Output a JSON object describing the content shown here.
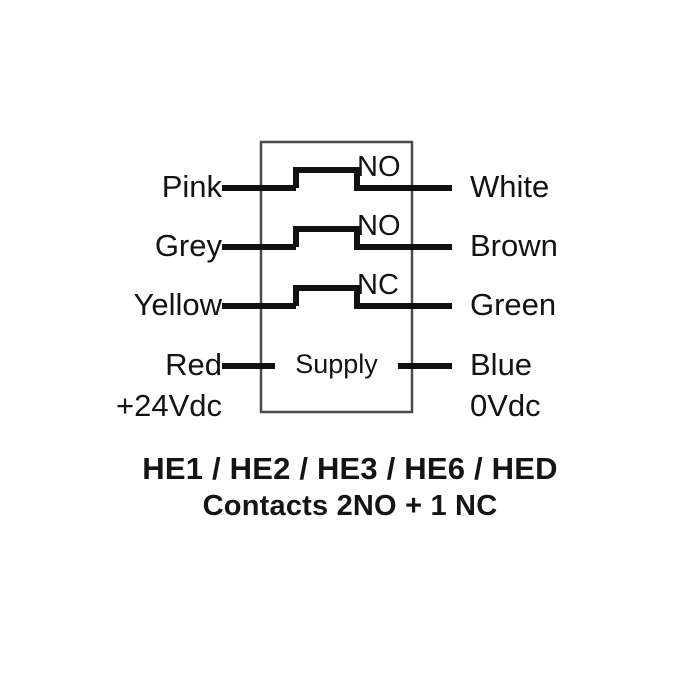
{
  "diagram": {
    "title": "HE1 / HE2 / HE3 / HE6 / HED",
    "subtitle": "Contacts 2NO + 1 NC",
    "device_box": {
      "supply_label": "Supply"
    },
    "colors": {
      "background": "#ffffff",
      "wire": "#111111",
      "box_border": "#4a4a4a",
      "text": "#131313"
    },
    "rows": [
      {
        "left_label": "Pink",
        "right_label": "White",
        "contact_type": "NO",
        "contact_symbol": "normally-open-bridge"
      },
      {
        "left_label": "Grey",
        "right_label": "Brown",
        "contact_type": "NO",
        "contact_symbol": "normally-open-bridge"
      },
      {
        "left_label": "Yellow",
        "right_label": "Green",
        "contact_type": "NC",
        "contact_symbol": "normally-closed-bridge"
      },
      {
        "left_label": "Red",
        "right_label": "Blue",
        "contact_type": "",
        "contact_symbol": "supply-terminal"
      }
    ],
    "supply_sublabels": {
      "left": "+24Vdc",
      "right": "0Vdc"
    }
  }
}
